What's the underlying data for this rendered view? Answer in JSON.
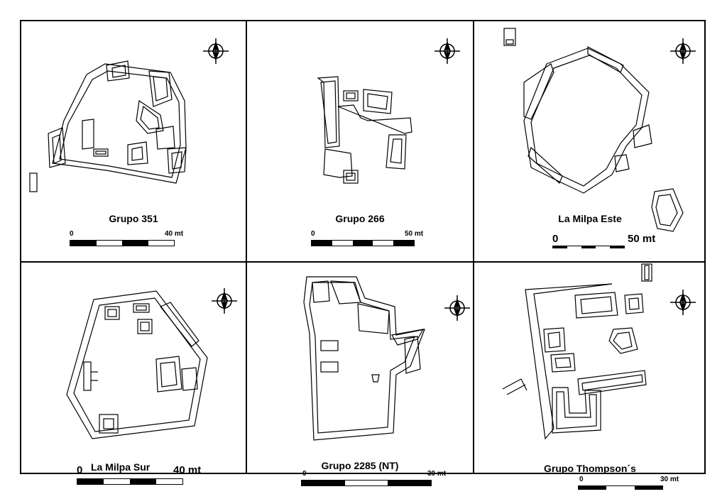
{
  "panels": [
    {
      "title": "Grupo 351",
      "scale_start": "0",
      "scale_end": "40 mt"
    },
    {
      "title": "Grupo 266",
      "scale_start": "0",
      "scale_end": "50 mt"
    },
    {
      "title": "La Milpa Este",
      "scale_start": "0",
      "scale_end": "50 mt"
    },
    {
      "title": "La Milpa Sur",
      "scale_start": "0",
      "scale_end": "40 mt"
    },
    {
      "title": "Grupo 2285 (NT)",
      "scale_start": "0",
      "scale_end": "30 mt"
    },
    {
      "title": "Grupo Thompson´s",
      "scale_start": "0",
      "scale_end": "30 mt"
    }
  ],
  "colors": {
    "ink": "#000000",
    "paper": "#ffffff"
  },
  "icons": {
    "north_arrow": "north-arrow-icon"
  }
}
